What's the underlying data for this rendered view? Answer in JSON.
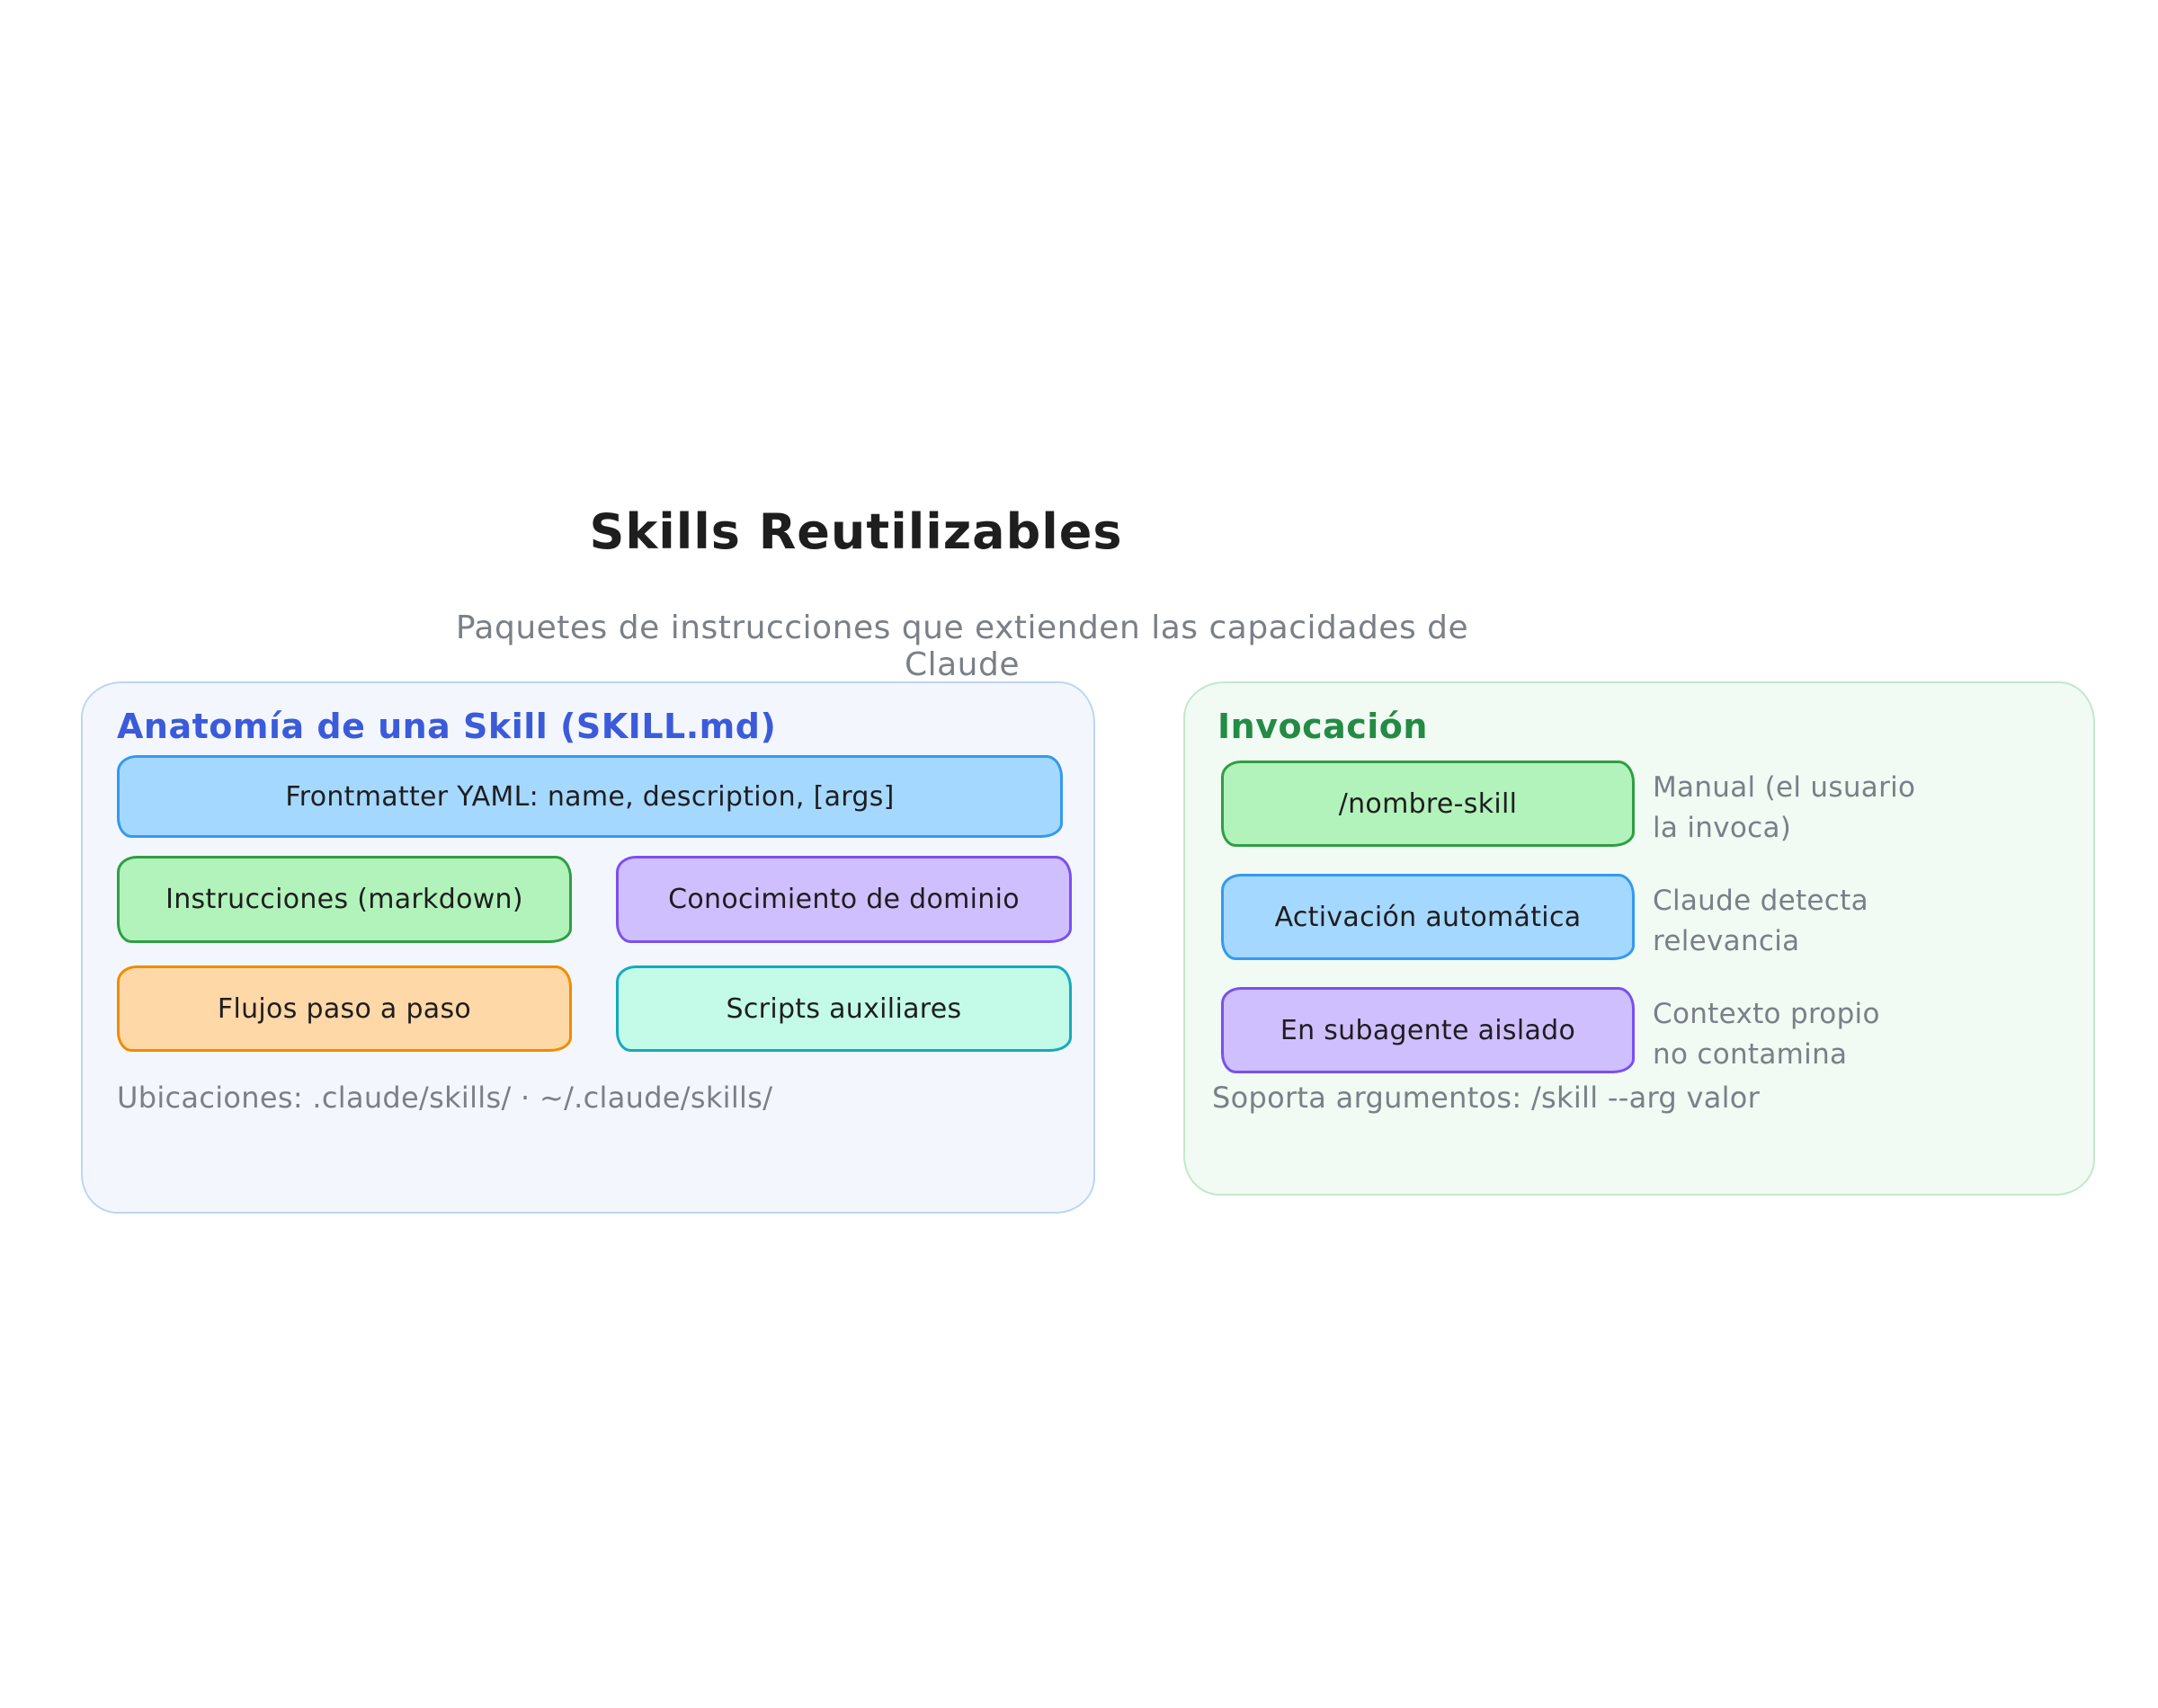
{
  "title": "Skills Reutilizables",
  "subtitle": "Paquetes de instrucciones que extienden las capacidades de Claude",
  "colors": {
    "ink": "#1e1e1e",
    "muted": "#7b7f87",
    "background": "#ffffff"
  },
  "left_panel": {
    "title": "Anatomía de una Skill (SKILL.md)",
    "title_color": "#3b5bdb",
    "bg": "#f3f7fd",
    "border_color": "#bdd6f1",
    "boxes": [
      {
        "label": "Frontmatter YAML: name, description, [args]",
        "fill": "#a5d8ff",
        "border": "#339af0"
      },
      {
        "label": "Instrucciones (markdown)",
        "fill": "#b2f2bb",
        "border": "#2f9e44"
      },
      {
        "label": "Conocimiento de dominio",
        "fill": "#d0bfff",
        "border": "#7950f2"
      },
      {
        "label": "Flujos paso a paso",
        "fill": "#ffd8a8",
        "border": "#f08c00"
      },
      {
        "label": "Scripts auxiliares",
        "fill": "#c3fae8",
        "border": "#15aabf"
      }
    ],
    "footer": "Ubicaciones: .claude/skills/ · ~/.claude/skills/"
  },
  "right_panel": {
    "title": "Invocación",
    "title_color": "#238b45",
    "bg": "#f1faf3",
    "border_color": "#c3e7cd",
    "rows": [
      {
        "label": "/nombre-skill",
        "fill": "#b2f2bb",
        "border": "#2f9e44",
        "note_lines": [
          "Manual (el usuario",
          "la invoca)"
        ]
      },
      {
        "label": "Activación automática",
        "fill": "#a5d8ff",
        "border": "#339af0",
        "note_lines": [
          "Claude detecta",
          "relevancia"
        ]
      },
      {
        "label": "En subagente aislado",
        "fill": "#d0bfff",
        "border": "#7950f2",
        "note_lines": [
          "Contexto propio",
          "no contamina"
        ]
      }
    ],
    "footer": "Soporta argumentos: /skill --arg valor"
  }
}
